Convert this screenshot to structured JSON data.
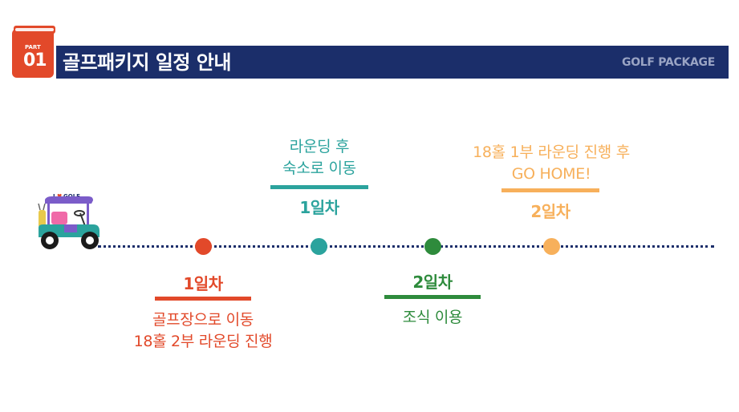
{
  "header": {
    "part_label": "PART",
    "part_number": "01",
    "title": "골프패키지 일정 안내",
    "brand": "GOLF PACKAGE"
  },
  "cart": {
    "sign": "I ♥ GOLF",
    "icon": "golf-cart-icon"
  },
  "stages": [
    {
      "day": "1일차",
      "lines": [
        "골프장으로 이동",
        "18홀 2부 라운딩 진행"
      ],
      "color": "#e2492a",
      "position": "below"
    },
    {
      "day": "1일차",
      "lines": [
        "라운딩 후",
        "숙소로 이동"
      ],
      "color": "#2ba39d",
      "position": "above"
    },
    {
      "day": "2일차",
      "lines": [
        "조식 이용"
      ],
      "color": "#2e8b3c",
      "position": "below"
    },
    {
      "day": "2일차",
      "lines": [
        "18홀 1부 라운딩 진행 후",
        "GO HOME!"
      ],
      "color": "#f7b05b",
      "position": "above"
    }
  ],
  "colors": {
    "navy": "#1b2e6a",
    "badge": "#e2492a"
  }
}
